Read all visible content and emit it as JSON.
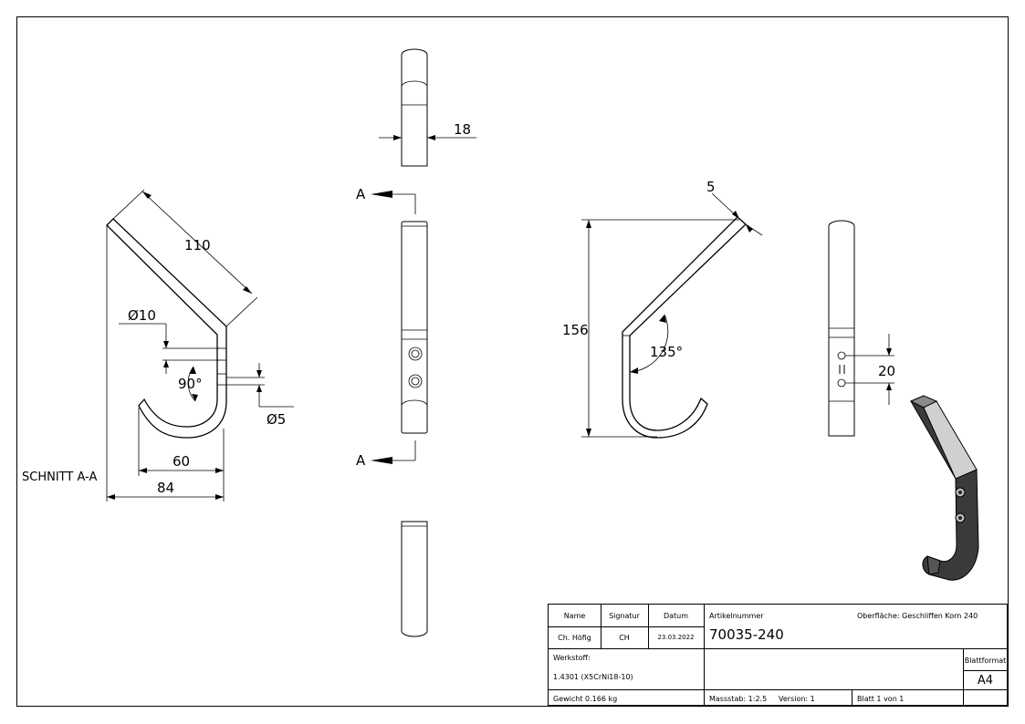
{
  "views": {
    "section_label": "SCHNITT A-A",
    "cut_label_top": "A",
    "cut_label_bottom": "A"
  },
  "dimensions": {
    "section_length": "110",
    "hole_diameter": "Ø10",
    "bend_angle_section": "90°",
    "slot_diameter": "Ø5",
    "inner_width": "60",
    "total_width": "84",
    "thickness_top": "18",
    "material_thickness": "5",
    "height": "156",
    "angle": "135°",
    "hole_spacing": "20"
  },
  "title_block": {
    "name_header": "Name",
    "signature_header": "Signatur",
    "date_header": "Datum",
    "name_value": "Ch. Höfig",
    "signature_value": "CH",
    "date_value": "23.03.2022",
    "article_header": "Artikelnummer",
    "article_number": "70035-240",
    "surface": "Oberfläche:  Geschliffen Korn 240",
    "material_header": "Werkstoff:",
    "material_value": "1.4301 (X5CrNi18-10)",
    "weight": "Gewicht 0.166 kg",
    "scale": "Massstab: 1:2.5",
    "version": "Version: 1",
    "sheet": "Blatt 1 von 1",
    "format_header": "Blattformat",
    "format_value": "A4"
  }
}
